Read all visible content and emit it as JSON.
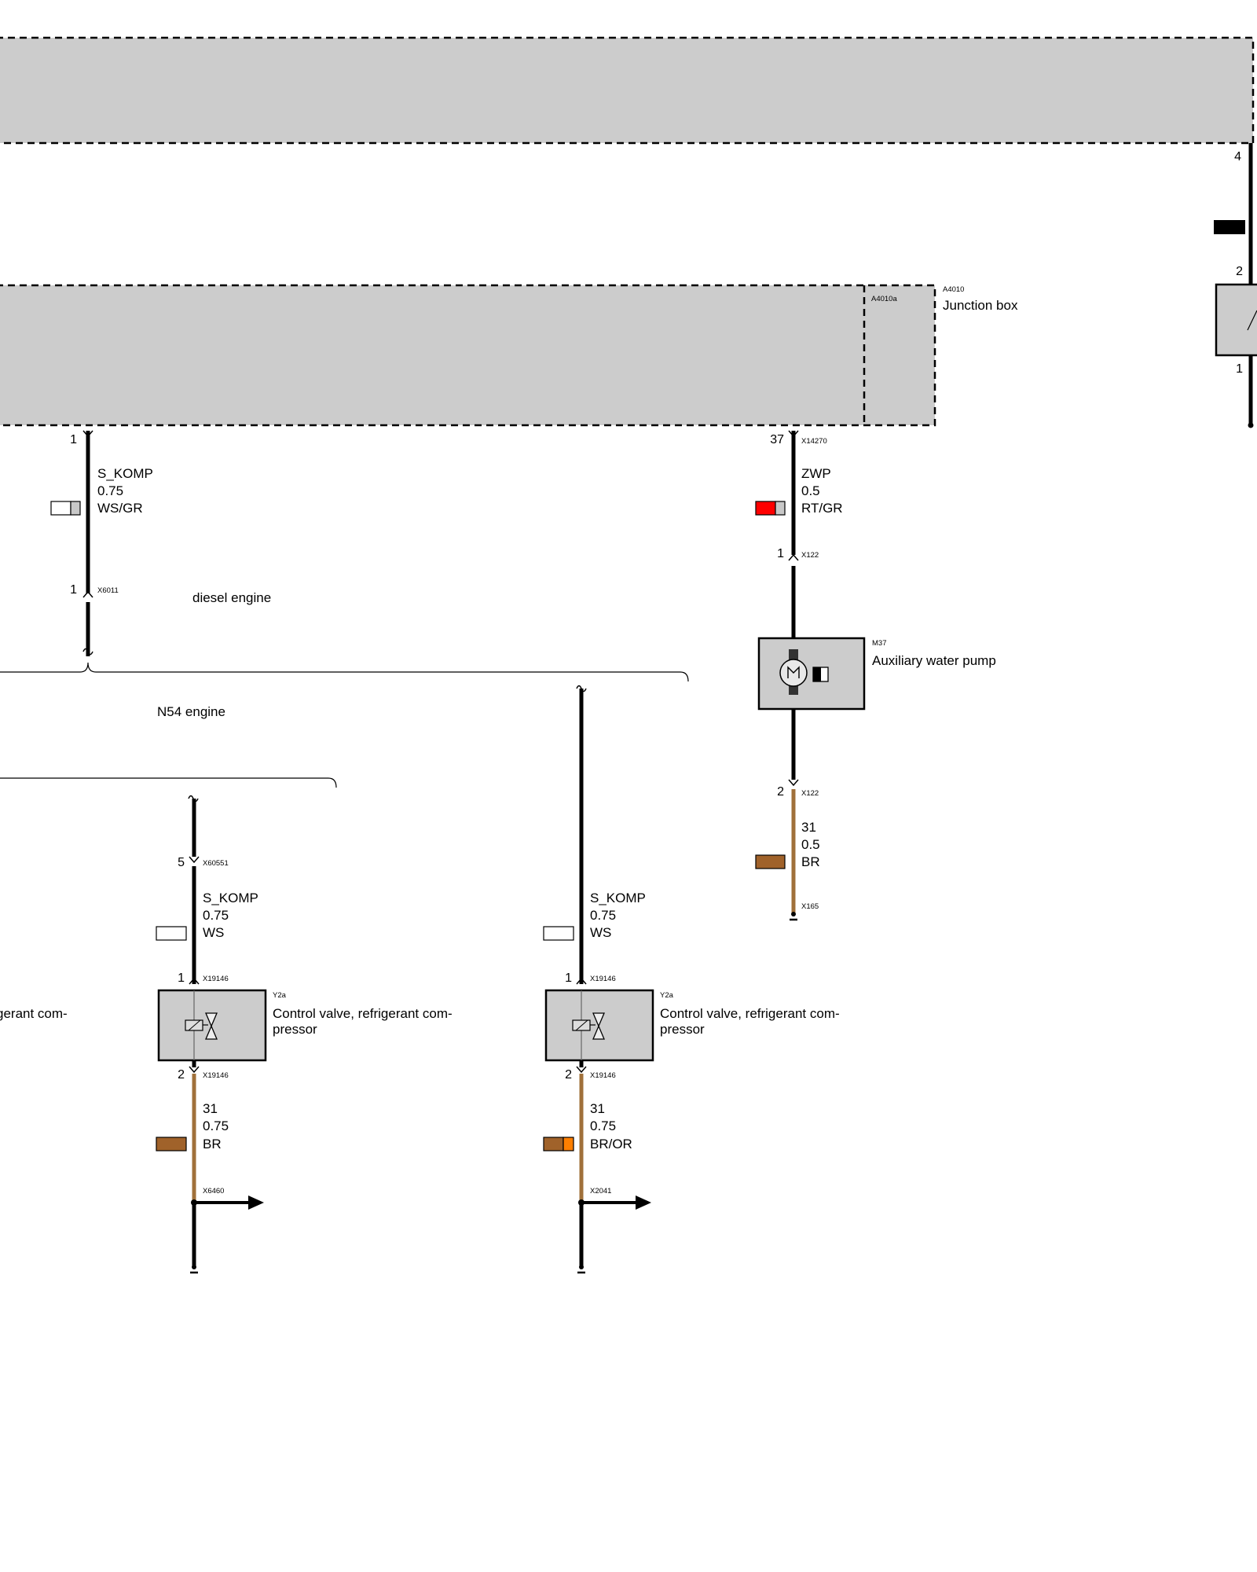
{
  "colors": {
    "box_fill": "#cccccc",
    "wire_black": "#000000",
    "wire_brown": "#a0703a",
    "swatch_white": "#ffffff",
    "swatch_grey": "#c8c8c8",
    "swatch_red": "#ff0000",
    "swatch_brown": "#a0622a",
    "swatch_orange": "#ff7f00"
  },
  "top_module": {
    "pin": "4",
    "fuse_pins": [
      "2",
      "1"
    ]
  },
  "junction_box": {
    "code": "A4010",
    "name": "Junction box",
    "sub_code": "A4010a"
  },
  "wire_skomp_main": {
    "pin_top": "1",
    "signal": "S_KOMP",
    "cross_section": "0.75",
    "color_code": "WS/GR",
    "pin_bottom": "1",
    "connector": "X6011"
  },
  "variant_labels": {
    "diesel": "diesel engine",
    "n54": "N54 engine"
  },
  "wire_zwp": {
    "pin_top": "37",
    "connector_top": "X14270",
    "signal": "ZWP",
    "cross_section": "0.5",
    "color_code": "RT/GR",
    "pin_bottom": "1",
    "connector_bottom": "X122"
  },
  "pump": {
    "code": "M37",
    "name": "Auxiliary water pump",
    "icon": "motor-icon"
  },
  "wire_pump_ground": {
    "pin": "2",
    "connector": "X122",
    "signal": "31",
    "cross_section": "0.5",
    "color_code": "BR",
    "ground_connector": "X165"
  },
  "left_branch": {
    "pin_in": "5",
    "connector_in": "X60551",
    "signal": "S_KOMP",
    "cross_section": "0.75",
    "color_code": "WS",
    "valve_pin_top": "1",
    "valve_connector_top": "X19146",
    "valve_code": "Y2a",
    "valve_name_line1": "Control valve, refrigerant com-",
    "valve_name_line2": "pressor",
    "valve_pin_bottom": "2",
    "valve_connector_bottom": "X19146",
    "ground_signal": "31",
    "ground_cross_section": "0.75",
    "ground_color_code": "BR",
    "ground_connector": "X6460"
  },
  "right_branch": {
    "signal": "S_KOMP",
    "cross_section": "0.75",
    "color_code": "WS",
    "valve_pin_top": "1",
    "valve_connector_top": "X19146",
    "valve_code": "Y2a",
    "valve_name_line1": "Control valve, refrigerant com-",
    "valve_name_line2": "pressor",
    "valve_pin_bottom": "2",
    "valve_connector_bottom": "X19146",
    "ground_signal": "31",
    "ground_cross_section": "0.75",
    "ground_color_code": "BR/OR",
    "ground_connector": "X2041"
  },
  "cut_off_text": "gerant com-"
}
